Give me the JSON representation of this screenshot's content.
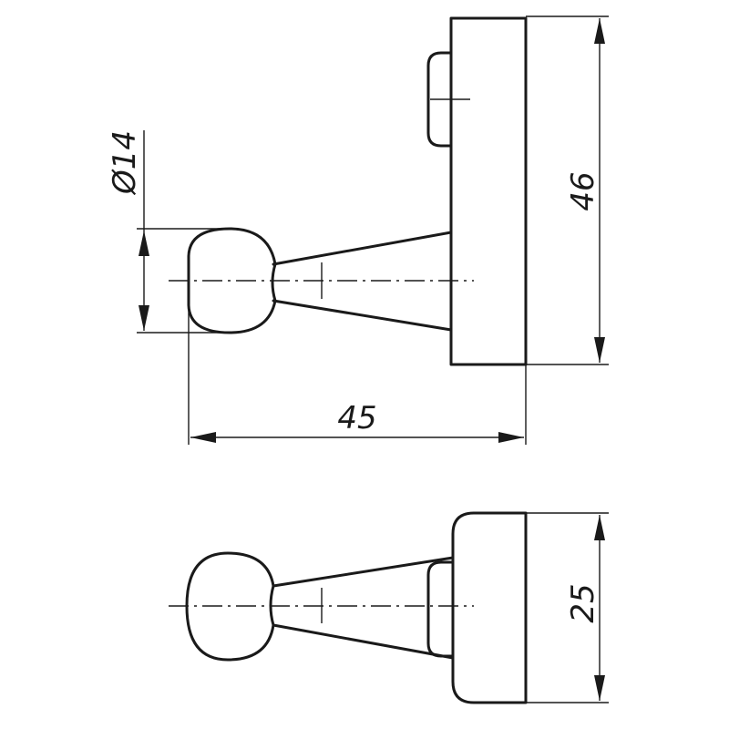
{
  "drawing": {
    "top_view": {
      "dimensions": {
        "height": "46",
        "length": "45",
        "diameter": "Ø14"
      }
    },
    "bottom_view": {
      "dimensions": {
        "width": "25"
      }
    }
  }
}
